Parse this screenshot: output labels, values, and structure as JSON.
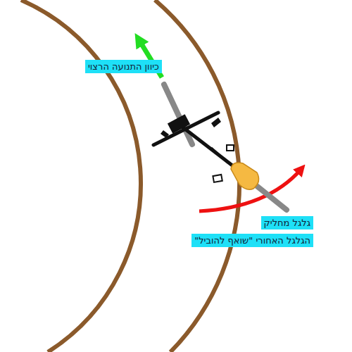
{
  "diagram": {
    "labels": [
      "כיוון התנועה הרצוי",
      "גלגל מחליק",
      "הגלגל האחורי \"שואף להוביל\""
    ]
  }
}
